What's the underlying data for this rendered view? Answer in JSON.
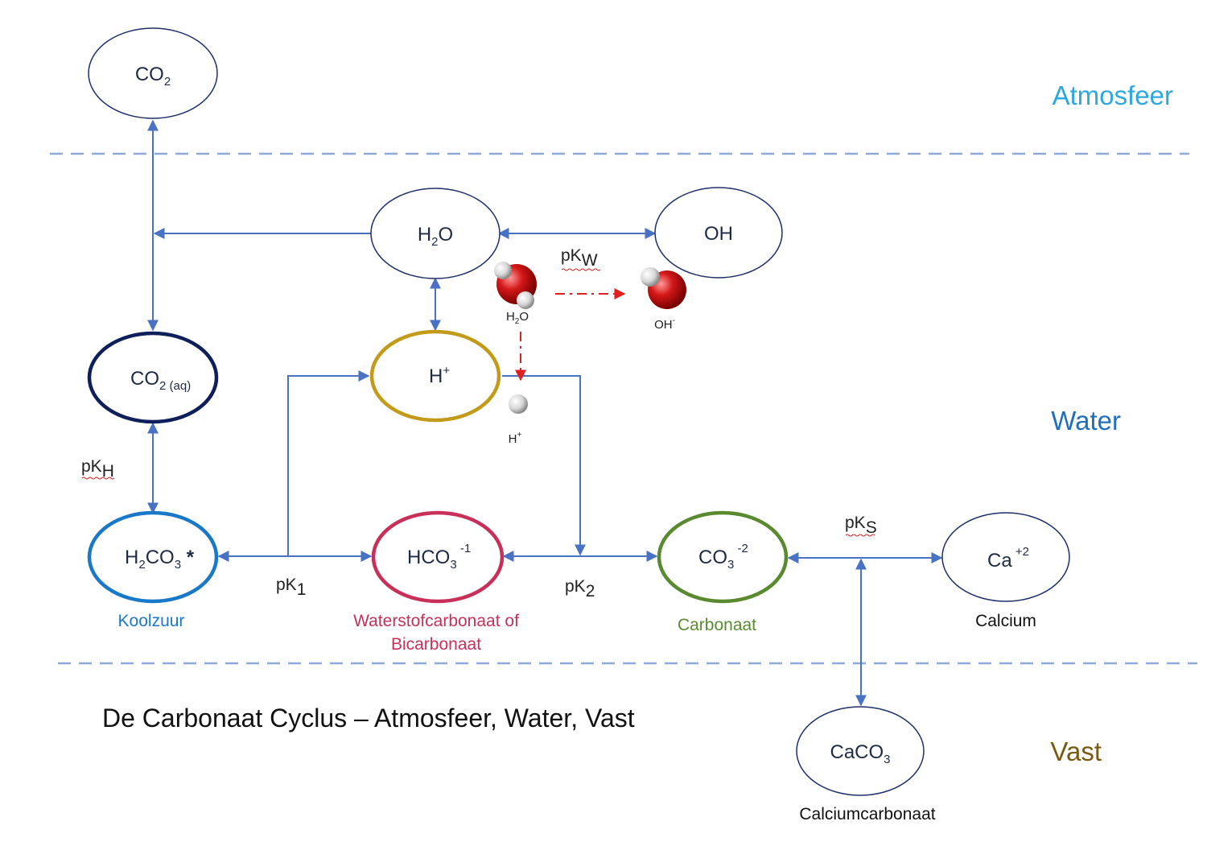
{
  "title": "De Carbonaat Cyclus – Atmosfeer, Water, Vast",
  "zones": {
    "atmosphere": "Atmosfeer",
    "water": "Water",
    "solid": "Vast"
  },
  "colors": {
    "arrow": "#4a72c4",
    "divider": "#8fa9d9",
    "atmosphere": "#2ea8e0",
    "water": "#1f6fbf",
    "solid": "#7a5a10",
    "co2aq_border": "#0f1f5c",
    "h_border": "#c49a1a",
    "h2co3_border": "#1a78c8",
    "hco3_border": "#c8305a",
    "co3_border": "#5a8a30",
    "reaction": "#e02020"
  },
  "nodes": {
    "co2_gas": {
      "main": "CO",
      "sub": "2",
      "sup": ""
    },
    "h2o": {
      "main": "H",
      "sub": "2",
      "tail": "O"
    },
    "oh": {
      "main": "OH"
    },
    "co2_aq": {
      "main": "CO",
      "sub": "2 (aq)"
    },
    "h_plus": {
      "main": "H",
      "sup": "+"
    },
    "h2co3": {
      "main": "H",
      "sub1": "2",
      "mid": "CO",
      "sub2": "3",
      "tail": " *"
    },
    "hco3": {
      "main": "HCO",
      "sub": "3",
      "sup": " -1"
    },
    "co3": {
      "main": "CO",
      "sub": "3",
      "sup": " -2"
    },
    "ca": {
      "main": "Ca",
      "sup": " +2"
    },
    "caco3": {
      "main": "CaCO",
      "sub": "3"
    }
  },
  "captions": {
    "h2co3": "Koolzuur",
    "hco3_line1": "Waterstofcarbonaat of",
    "hco3_line2": "Bicarbonaat",
    "co3": "Carbonaat",
    "ca": "Calcium",
    "caco3": "Calciumcarbonaat"
  },
  "constants": {
    "kh": {
      "p": "pK",
      "sub": "H"
    },
    "k1": {
      "p": "pK",
      "sub": "1"
    },
    "k2": {
      "p": "pK",
      "sub": "2"
    },
    "kw": {
      "p": "pK",
      "sub": "W"
    },
    "ks": {
      "p": "pK",
      "sub": "S"
    }
  },
  "molecules": {
    "water_label": {
      "main": "H",
      "sub": "2",
      "tail": "O"
    },
    "hydroxide_label": {
      "main": "OH",
      "sup": "-"
    },
    "proton_label": {
      "main": "H",
      "sup": "+"
    }
  }
}
